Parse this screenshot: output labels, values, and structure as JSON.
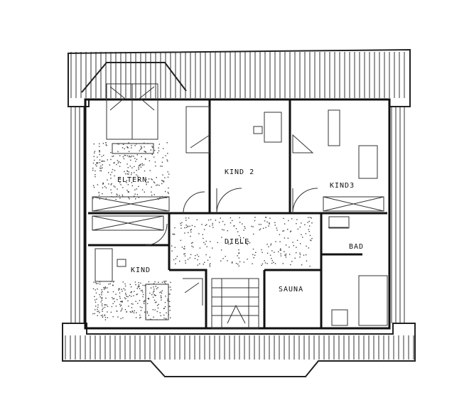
{
  "floorplan": {
    "rooms": [
      {
        "id": "eltern",
        "label": "ELTERN"
      },
      {
        "id": "kind2",
        "label": "KIND 2"
      },
      {
        "id": "kind3",
        "label": "KIND3"
      },
      {
        "id": "diele",
        "label": "DIELE"
      },
      {
        "id": "bad",
        "label": "BAD"
      },
      {
        "id": "kind",
        "label": "KIND"
      },
      {
        "id": "sauna",
        "label": "SAUNA"
      }
    ]
  }
}
